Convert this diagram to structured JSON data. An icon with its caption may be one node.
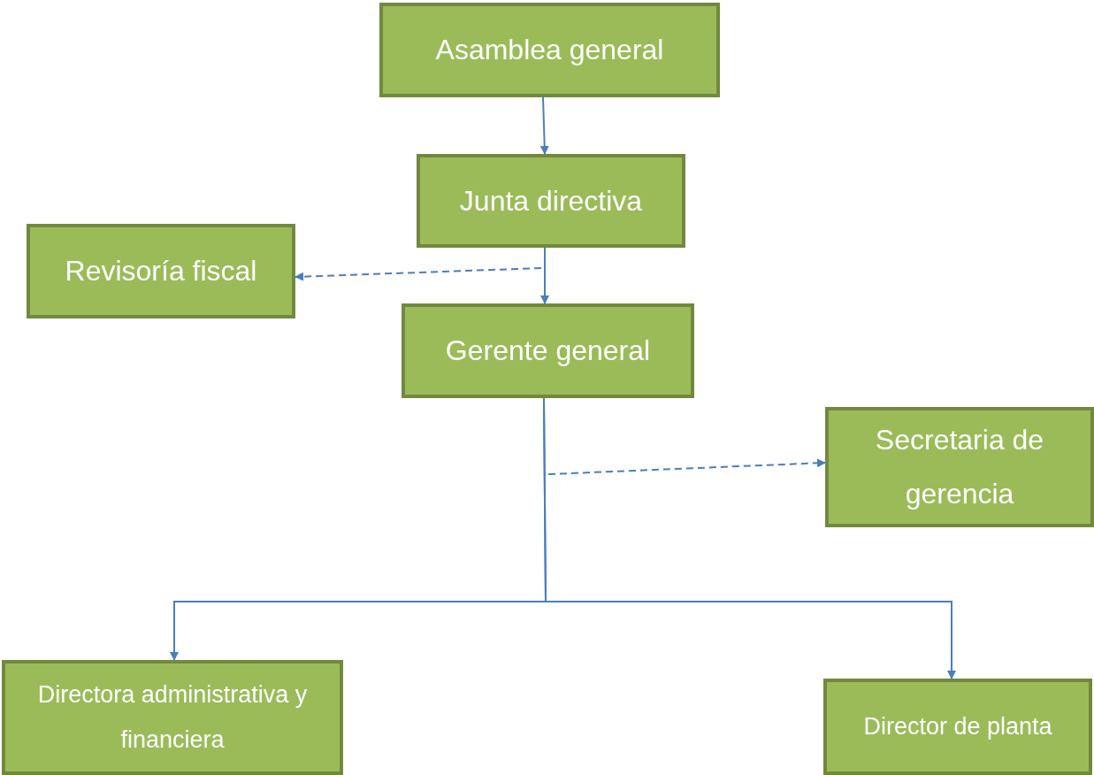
{
  "diagram": {
    "nodes": [
      {
        "text": [
          "Asamblea general"
        ]
      },
      {
        "text": [
          "Junta directiva"
        ]
      },
      {
        "text": [
          "Revisoría fiscal"
        ]
      },
      {
        "text": [
          "Gerente general"
        ]
      },
      {
        "text": [
          "Secretaria de gerencia"
        ]
      },
      {
        "text": [
          "Directora administrativa y financiera"
        ]
      },
      {
        "text": [
          "Director de planta"
        ]
      }
    ],
    "edges": [
      {
        "from": 0,
        "to": 1,
        "arrow": "to"
      },
      {
        "from": 1,
        "to": 3,
        "arrow": "to"
      },
      {
        "from": null,
        "to": 2,
        "arrow": "to",
        "style": "dashed"
      },
      {
        "from": null,
        "to": 4,
        "arrow": "to",
        "style": "dashed"
      },
      {
        "from": 3,
        "to": 5,
        "arrow": "to"
      },
      {
        "from": 3,
        "to": 6,
        "arrow": "to"
      }
    ]
  }
}
